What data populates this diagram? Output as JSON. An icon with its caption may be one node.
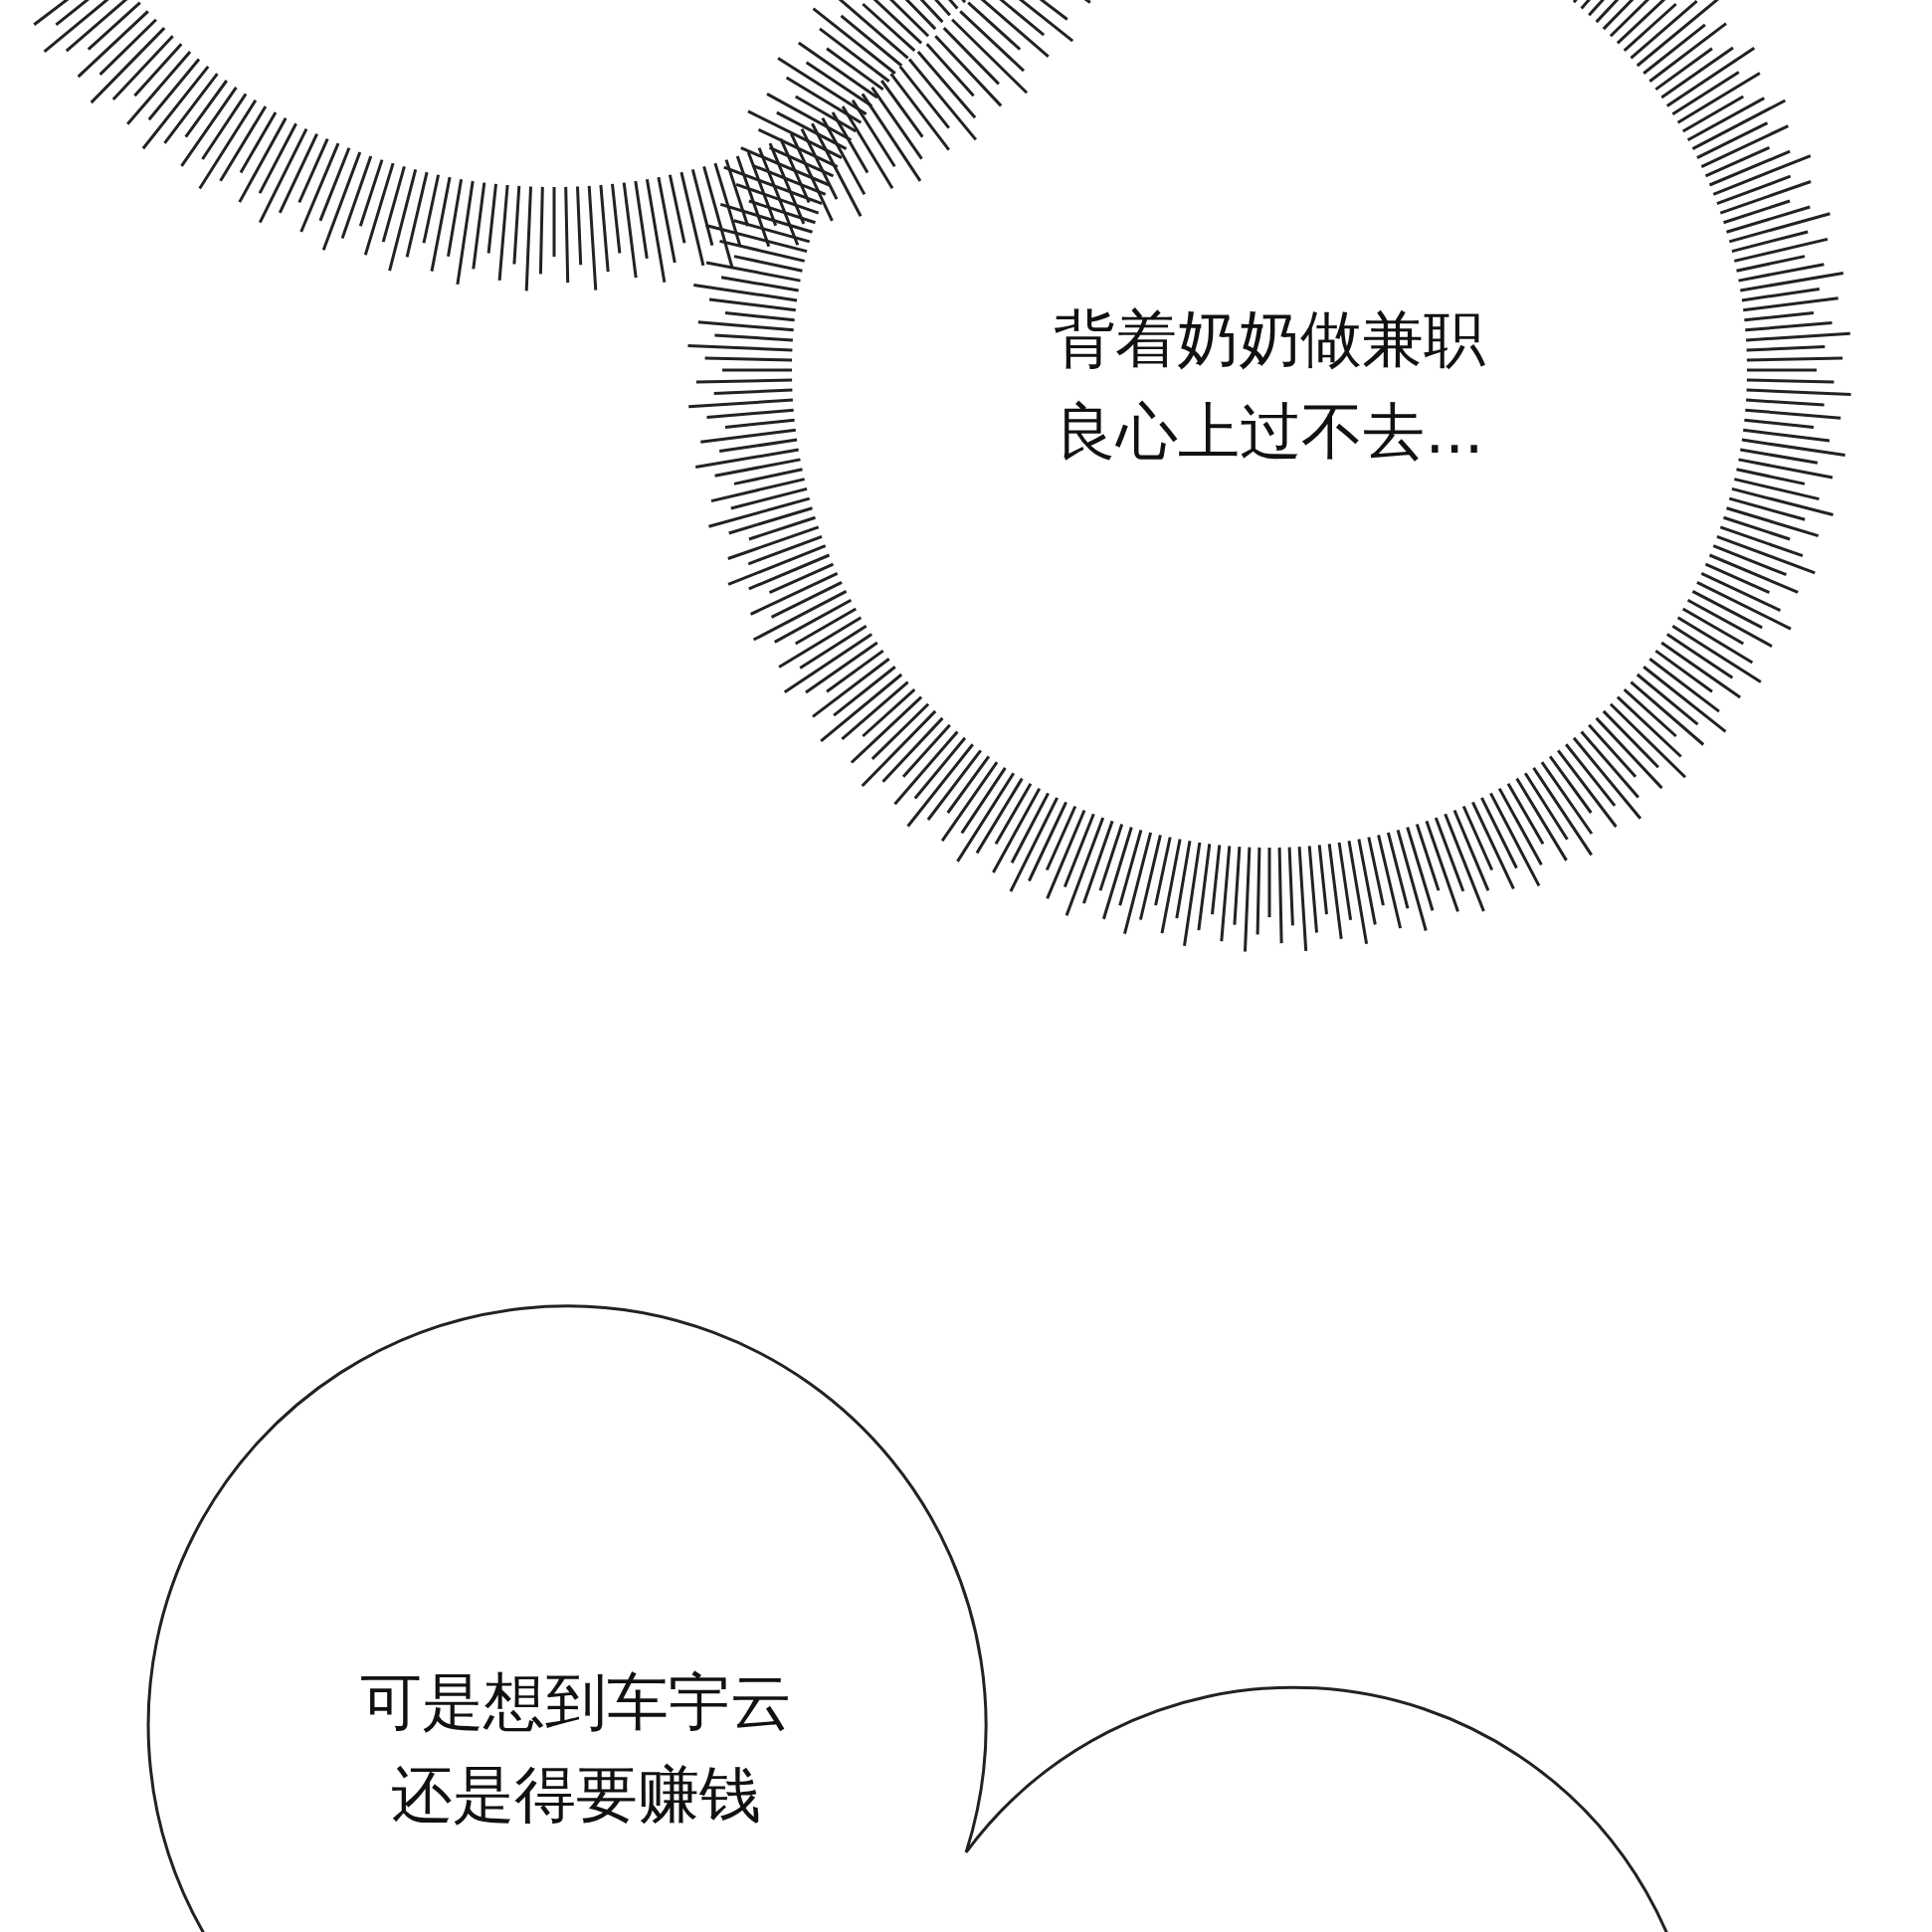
{
  "diagram": {
    "nodes": [
      {
        "text": [],
        "shape": "circle"
      },
      {
        "text": [
          "背着奶奶做兼职良心上过不去..."
        ]
      },
      {
        "text": [
          "可是想到车宇云还是得要赚钱"
        ]
      }
    ]
  }
}
